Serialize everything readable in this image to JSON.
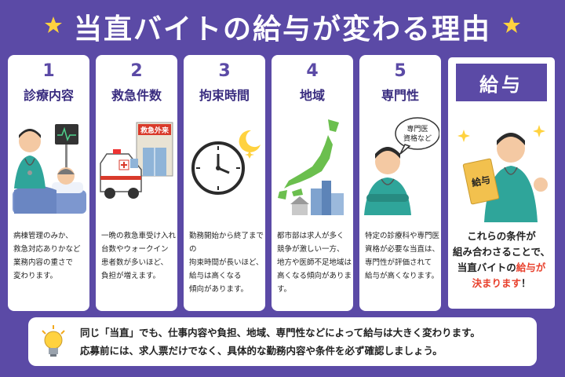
{
  "title": "当直バイトの給与が変わる理由",
  "colors": {
    "primary": "#5b4aa6",
    "accent": "#e8402c",
    "star": "#ffd23f"
  },
  "steps": [
    {
      "number": "1",
      "title": "診療内容",
      "icon": "doctor-with-patient-icon",
      "lines": [
        "病棟管理のみか、",
        "救急対応ありかなど",
        "業務内容の重さで",
        "変わります。"
      ]
    },
    {
      "number": "2",
      "title": "救急件数",
      "icon": "ambulance-icon",
      "sign": "救急外来",
      "lines": [
        "一晩の救急車受け入れ",
        "台数やウォークイン",
        "患者数が多いほど、",
        "負担が増えます。"
      ]
    },
    {
      "number": "3",
      "title": "拘束時間",
      "icon": "clock-moon-icon",
      "lines": [
        "勤務開始から終了までの",
        "拘束時間が長いほど、",
        "給与は高くなる",
        "傾向があります。"
      ]
    },
    {
      "number": "4",
      "title": "地域",
      "icon": "japan-map-city-icon",
      "lines": [
        "都市部は求人が多く",
        "競争が激しい一方、",
        "地方や医師不足地域は",
        "高くなる傾向があります。"
      ]
    },
    {
      "number": "5",
      "title": "専門性",
      "icon": "specialist-doctor-icon",
      "bubble": [
        "専門医",
        "資格など"
      ],
      "lines": [
        "特定の診療科や専門医",
        "資格が必要な当直は、",
        "専門性が評価されて",
        "給与が高くなります。"
      ]
    }
  ],
  "result": {
    "heading": "給与",
    "icon": "doctor-salary-envelope-icon",
    "envelope": "給与",
    "line1": "これらの条件が",
    "line2": "組み合わさることで、",
    "line3_pre": "当直バイトの",
    "line3_accent": "給与が",
    "line4_accent": "決まります",
    "line4_post": "！"
  },
  "note": {
    "icon": "lightbulb-icon",
    "line1": "同じ「当直」でも、仕事内容や負担、地域、専門性などによって給与は大きく変わります。",
    "line2": "応募前には、求人票だけでなく、具体的な勤務内容や条件を必ず確認しましょう。"
  }
}
